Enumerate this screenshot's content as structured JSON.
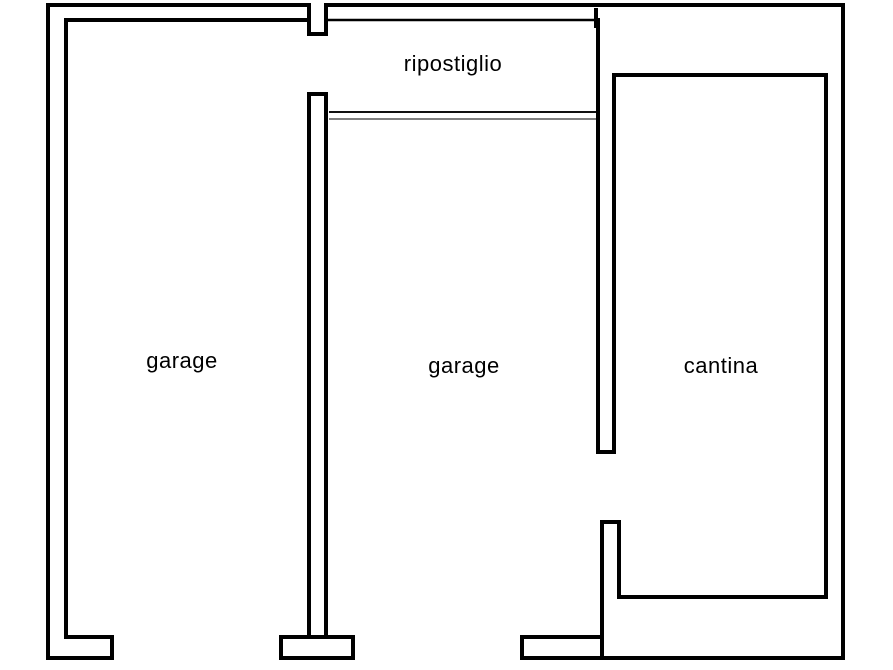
{
  "rooms": {
    "garage_left": "garage",
    "garage_center": "garage",
    "cantina": "cantina",
    "ripostiglio": "ripostiglio"
  }
}
